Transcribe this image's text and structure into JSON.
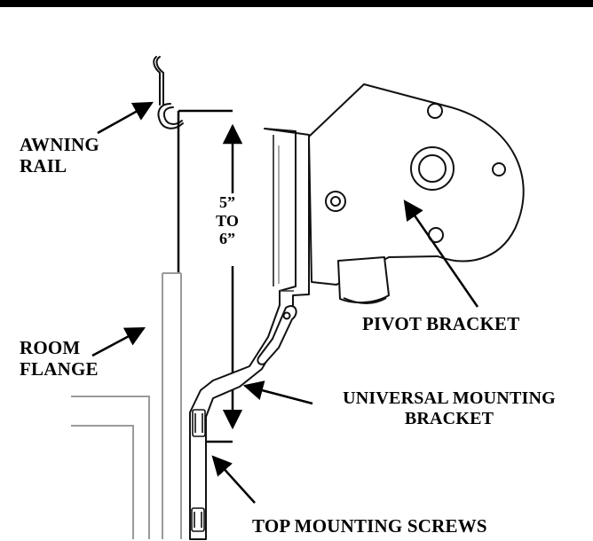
{
  "labels": {
    "awning_rail": [
      "AWNING",
      "RAIL"
    ],
    "room_flange": [
      "ROOM",
      "FLANGE"
    ],
    "dimension": [
      "5”",
      "TO",
      "6”"
    ],
    "pivot_bracket": "PIVOT BRACKET",
    "universal_mounting_bracket": [
      "UNIVERSAL MOUNTING",
      "BRACKET"
    ],
    "top_mounting_screws": "TOP MOUNTING SCREWS"
  },
  "colors": {
    "line": "#000000",
    "light_line": "#9a9a9a",
    "background": "#ffffff"
  }
}
